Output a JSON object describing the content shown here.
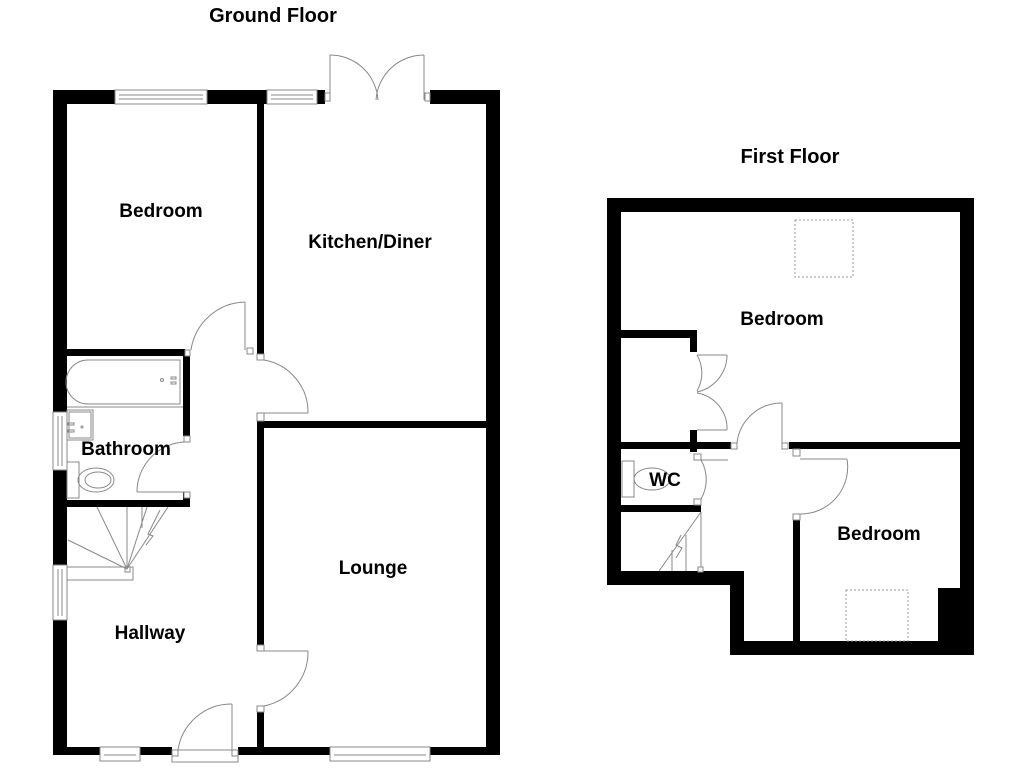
{
  "floors": [
    {
      "title": "Ground Floor",
      "rooms": [
        {
          "label": "Bedroom"
        },
        {
          "label": "Kitchen/Diner"
        },
        {
          "label": "Bathroom"
        },
        {
          "label": "Lounge"
        },
        {
          "label": "Hallway"
        }
      ]
    },
    {
      "title": "First Floor",
      "rooms": [
        {
          "label": "Bedroom"
        },
        {
          "label": "WC"
        },
        {
          "label": "Bedroom"
        }
      ]
    }
  ],
  "colors": {
    "wall": "#000000",
    "background": "#ffffff",
    "fixture_line": "#888888"
  }
}
